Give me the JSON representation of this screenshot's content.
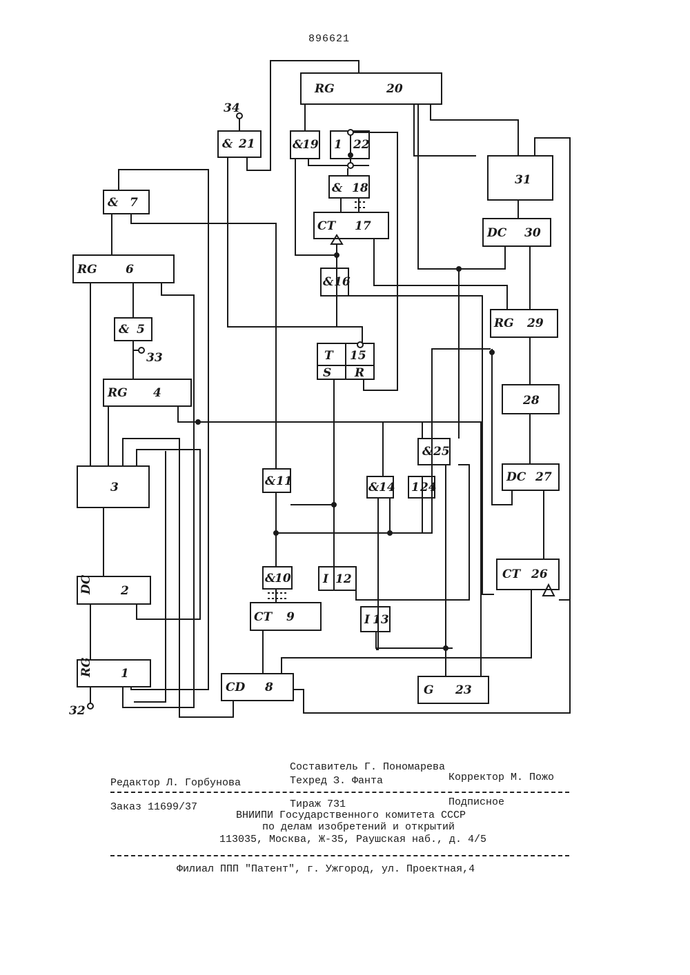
{
  "patent_number": "896621",
  "blocks": [
    {
      "id": "1",
      "label": "RG",
      "num": "1"
    },
    {
      "id": "2",
      "label": "DC",
      "num": "2"
    },
    {
      "id": "3",
      "label": "",
      "num": "3"
    },
    {
      "id": "4",
      "label": "RG",
      "num": "4"
    },
    {
      "id": "5",
      "label": "&",
      "num": "5"
    },
    {
      "id": "6",
      "label": "RG",
      "num": "6"
    },
    {
      "id": "7",
      "label": "&",
      "num": "7"
    },
    {
      "id": "8",
      "label": "CD",
      "num": "8"
    },
    {
      "id": "9",
      "label": "CT",
      "num": "9"
    },
    {
      "id": "10",
      "label": "&",
      "num": "10"
    },
    {
      "id": "11",
      "label": "&",
      "num": "11"
    },
    {
      "id": "12",
      "label": "I",
      "num": "12"
    },
    {
      "id": "13",
      "label": "I",
      "num": "13"
    },
    {
      "id": "14",
      "label": "&",
      "num": "14"
    },
    {
      "id": "15",
      "label": "T",
      "num": "15",
      "s": "S",
      "r": "R"
    },
    {
      "id": "16",
      "label": "&",
      "num": "16"
    },
    {
      "id": "17",
      "label": "CT",
      "num": "17"
    },
    {
      "id": "18",
      "label": "&",
      "num": "18"
    },
    {
      "id": "19",
      "label": "&",
      "num": "19"
    },
    {
      "id": "20",
      "label": "RG",
      "num": "20"
    },
    {
      "id": "21",
      "label": "&",
      "num": "21"
    },
    {
      "id": "22",
      "label": "1",
      "num": "22"
    },
    {
      "id": "23",
      "label": "G",
      "num": "23"
    },
    {
      "id": "24",
      "label": "1",
      "num": "24"
    },
    {
      "id": "25",
      "label": "&",
      "num": "25"
    },
    {
      "id": "26",
      "label": "CT",
      "num": "26"
    },
    {
      "id": "27",
      "label": "DC",
      "num": "27"
    },
    {
      "id": "28",
      "label": "",
      "num": "28"
    },
    {
      "id": "29",
      "label": "RG",
      "num": "29"
    },
    {
      "id": "30",
      "label": "DC",
      "num": "30"
    },
    {
      "id": "31",
      "label": "",
      "num": "31"
    }
  ],
  "terminals": {
    "t32": "32",
    "t33": "33",
    "t34": "34"
  },
  "imprint": {
    "compiler": "Составитель Г. Пономарева",
    "editor": "Редактор Л. Горбунова",
    "techred": "Техред З. Фанта",
    "corrector": "Корректор М. Пожо",
    "order": "Заказ 11699/37",
    "circulation": "Тираж 731",
    "subscription": "Подписное",
    "org1": "ВНИИПИ Государственного комитета СССР",
    "org2": "по делам изобретений и открытий",
    "address": "113035, Москва, Ж-35, Раушская наб., д. 4/5",
    "branch": "Филиал ППП \"Патент\", г. Ужгород, ул. Проектная,4"
  }
}
